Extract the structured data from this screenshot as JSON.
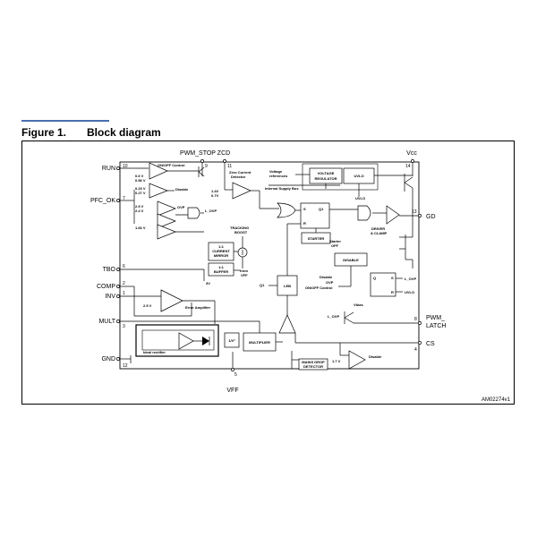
{
  "figure": {
    "label": "Figure 1.",
    "title": "Block diagram"
  },
  "doc_code": "AM02274v1",
  "pins_left": [
    {
      "name": "RUN",
      "num": "10"
    },
    {
      "name": "PFC_OK",
      "num": "7"
    },
    {
      "name": "TBO",
      "num": "6"
    },
    {
      "name": "COMP",
      "num": "2"
    },
    {
      "name": "INV",
      "num": "1"
    },
    {
      "name": "MULT",
      "num": "3"
    },
    {
      "name": "GND",
      "num": "12"
    }
  ],
  "pins_top": [
    {
      "name": "PWM_STOP",
      "num": "9"
    },
    {
      "name": "ZCD",
      "num": "11"
    },
    {
      "name": "Vcc",
      "num": "14"
    }
  ],
  "pins_right": [
    {
      "name": "GD",
      "num": "13"
    },
    {
      "name": "PWM_",
      "name2": "LATCH",
      "num": "8"
    },
    {
      "name": "CS",
      "num": "4"
    }
  ],
  "pins_bottom": [
    {
      "name": "VFF",
      "num": "5"
    }
  ],
  "blocks": {
    "voltage_regulator": "VOLTAGE",
    "voltage_regulator_2": "REGULATOR",
    "uvlo": "UVLO",
    "current_mirror_1": "1:1",
    "current_mirror_2": "CURRENT",
    "current_mirror_3": "MIRROR",
    "buffer_1": "1:1",
    "buffer_2": "BUFFER",
    "starter": "STARTER",
    "disable": "DISABLE",
    "leb": "LEB",
    "driver_1": "DRIVER",
    "driver_2": "& CLAMP",
    "multiplier": "MULTIPLIER",
    "vff_box": "1/V²",
    "mains_drop_1": "MAINS DROP",
    "mains_drop_2": "DETECTOR",
    "ideal_rectifier": "Ideal rectifier"
  },
  "labels": {
    "onoff_control": "ON/OFF Control",
    "v_run_1": "0.6 V",
    "v_run_2": "0.56 V",
    "v_pfc_1": "0.23 V",
    "v_pfc_2": "0.27 V",
    "disable_1": "Disable",
    "v_ovp_1": "2.5 V",
    "v_ovp_2": "2.4 V",
    "ovp": "OVP",
    "l_ovp_1": "L_OVP",
    "v_166": "1.66 V",
    "zero_current_1": "Zero Current",
    "zero_current_2": "Detector",
    "v_zcd_1": "1.4V",
    "v_zcd_2": "0.7V",
    "voltage_references_1": "Voltage",
    "voltage_references_2": "references",
    "internal_supply_bus": "Internal Supply Bus",
    "uvlo_small": "UVLO",
    "tracking_boost_1": "TRACKING",
    "tracking_boost_2": "BOOST",
    "from_vff_1": "from",
    "from_vff_2": "VFF",
    "v_3v": "3V",
    "starter_off_1": "Starter",
    "starter_off_2": "OFF",
    "q1_a": "Q1",
    "q1_b": "Q1",
    "s": "S",
    "r": "R",
    "q": "Q",
    "s2": "S",
    "r2": "R",
    "l_ovp_2": "L_OVP",
    "uvlo_2": "UVLO",
    "disable_2": "Disable",
    "ovp_2": "OVP",
    "onoff_control_2": "ON/OFF Control",
    "v_25_err": "2.5 V",
    "error_amplifier": "Error Amplifier",
    "vbias": "Vbias",
    "l_ovp_3": "L_OVP",
    "v_17": "1.7 V",
    "disable_3": "Disable"
  }
}
